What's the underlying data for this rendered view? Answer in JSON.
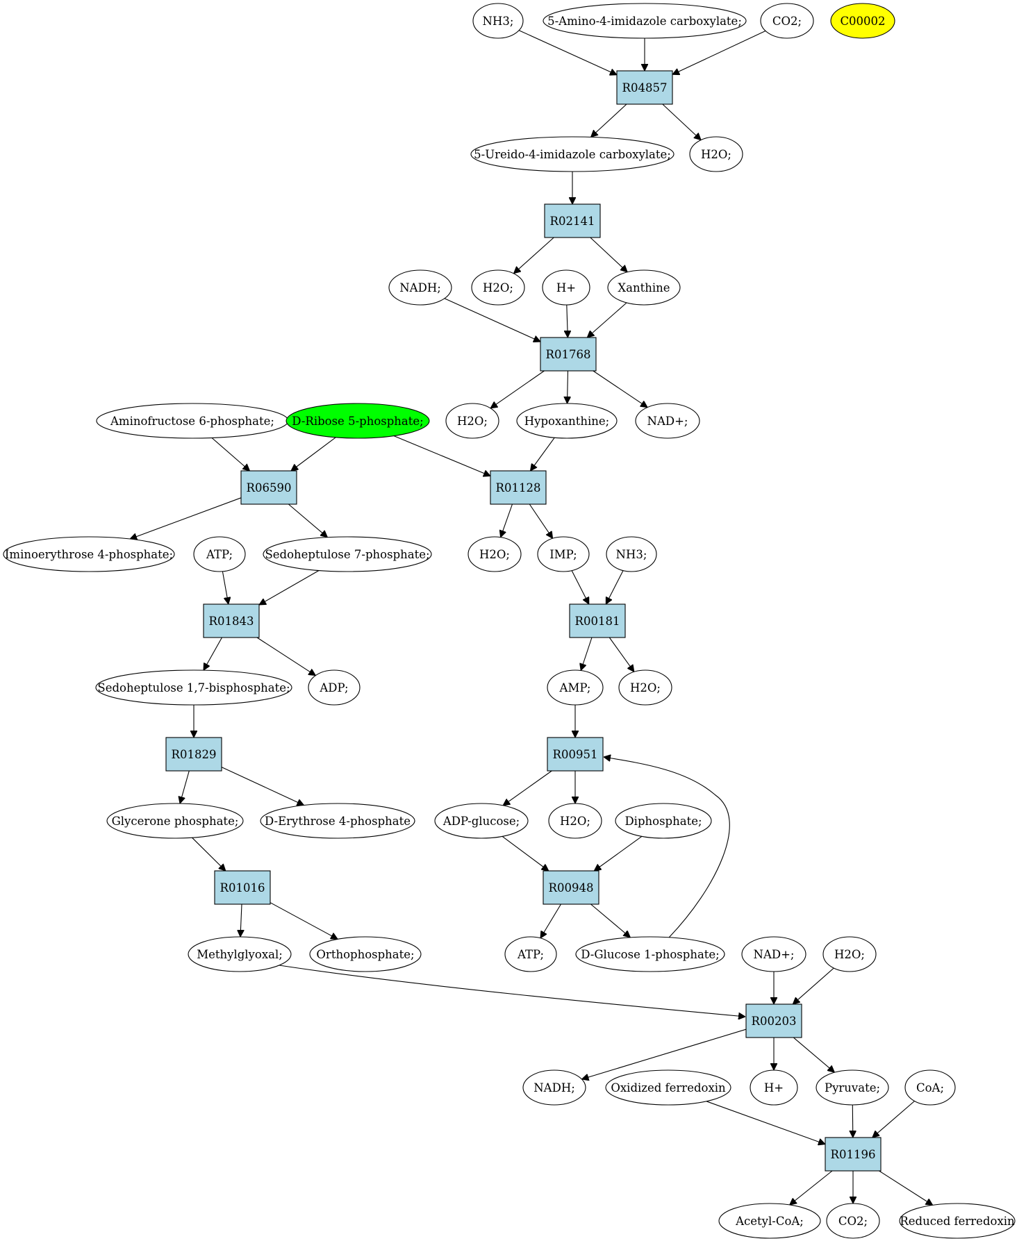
{
  "colors": {
    "compound_fill": "#ffffff",
    "reaction_fill": "#add8e6",
    "yellow_fill": "#ffff00",
    "green_fill": "#00ff00"
  },
  "reactions": [
    {
      "id": "R04857",
      "label": "R04857"
    },
    {
      "id": "R02141",
      "label": "R02141"
    },
    {
      "id": "R01768",
      "label": "R01768"
    },
    {
      "id": "R06590",
      "label": "R06590"
    },
    {
      "id": "R01128",
      "label": "R01128"
    },
    {
      "id": "R01843",
      "label": "R01843"
    },
    {
      "id": "R00181",
      "label": "R00181"
    },
    {
      "id": "R01829",
      "label": "R01829"
    },
    {
      "id": "R00951",
      "label": "R00951"
    },
    {
      "id": "R00948",
      "label": "R00948"
    },
    {
      "id": "R01016",
      "label": "R01016"
    },
    {
      "id": "R00203",
      "label": "R00203"
    },
    {
      "id": "R01196",
      "label": "R01196"
    }
  ],
  "compounds": [
    {
      "id": "c_nh3_a",
      "label": "NH3;"
    },
    {
      "id": "c_amino_imid",
      "label": "5-Amino-4-imidazole carboxylate;"
    },
    {
      "id": "c_co2_a",
      "label": "CO2;"
    },
    {
      "id": "c_c00002",
      "label": "C00002",
      "color": "yellow_fill"
    },
    {
      "id": "c_ureido",
      "label": "5-Ureido-4-imidazole carboxylate;"
    },
    {
      "id": "c_h2o_a",
      "label": "H2O;"
    },
    {
      "id": "c_nadh_a",
      "label": "NADH;"
    },
    {
      "id": "c_h2o_b",
      "label": "H2O;"
    },
    {
      "id": "c_hplus_a",
      "label": "H+"
    },
    {
      "id": "c_xanthine",
      "label": "Xanthine"
    },
    {
      "id": "c_aminofructose",
      "label": "Aminofructose 6-phosphate;"
    },
    {
      "id": "c_ribose",
      "label": "D-Ribose 5-phosphate;",
      "color": "green_fill"
    },
    {
      "id": "c_h2o_c",
      "label": "H2O;"
    },
    {
      "id": "c_hypoxanthine",
      "label": "Hypoxanthine;"
    },
    {
      "id": "c_nadplus_a",
      "label": "NAD+;"
    },
    {
      "id": "c_iminoerythrose",
      "label": "Iminoerythrose 4-phosphate;"
    },
    {
      "id": "c_atp_a",
      "label": "ATP;"
    },
    {
      "id": "c_sedo7p",
      "label": "Sedoheptulose 7-phosphate;"
    },
    {
      "id": "c_h2o_d",
      "label": "H2O;"
    },
    {
      "id": "c_imp",
      "label": "IMP;"
    },
    {
      "id": "c_nh3_b",
      "label": "NH3;"
    },
    {
      "id": "c_sedo17bp",
      "label": "Sedoheptulose 1,7-bisphosphate;"
    },
    {
      "id": "c_adp",
      "label": "ADP;"
    },
    {
      "id": "c_amp",
      "label": "AMP;"
    },
    {
      "id": "c_h2o_e",
      "label": "H2O;"
    },
    {
      "id": "c_glycerone",
      "label": "Glycerone phosphate;"
    },
    {
      "id": "c_erythrose4p",
      "label": "D-Erythrose 4-phosphate"
    },
    {
      "id": "c_adpglucose",
      "label": "ADP-glucose;"
    },
    {
      "id": "c_h2o_f",
      "label": "H2O;"
    },
    {
      "id": "c_diphosphate",
      "label": "Diphosphate;"
    },
    {
      "id": "c_methylglyoxal",
      "label": "Methylglyoxal;"
    },
    {
      "id": "c_orthophosphate",
      "label": "Orthophosphate;"
    },
    {
      "id": "c_atp_b",
      "label": "ATP;"
    },
    {
      "id": "c_glucose1p",
      "label": "D-Glucose 1-phosphate;"
    },
    {
      "id": "c_nadplus_b",
      "label": "NAD+;"
    },
    {
      "id": "c_h2o_g",
      "label": "H2O;"
    },
    {
      "id": "c_nadh_b",
      "label": "NADH;"
    },
    {
      "id": "c_oxferredoxin",
      "label": "Oxidized ferredoxin"
    },
    {
      "id": "c_hplus_b",
      "label": "H+"
    },
    {
      "id": "c_pyruvate",
      "label": "Pyruvate;"
    },
    {
      "id": "c_coa",
      "label": "CoA;"
    },
    {
      "id": "c_acetylcoa",
      "label": "Acetyl-CoA;"
    },
    {
      "id": "c_co2_b",
      "label": "CO2;"
    },
    {
      "id": "c_redferredoxin",
      "label": "Reduced ferredoxin"
    }
  ],
  "edges": [
    [
      "c_nh3_a",
      "R04857"
    ],
    [
      "c_amino_imid",
      "R04857"
    ],
    [
      "c_co2_a",
      "R04857"
    ],
    [
      "R04857",
      "c_ureido"
    ],
    [
      "R04857",
      "c_h2o_a"
    ],
    [
      "c_ureido",
      "R02141"
    ],
    [
      "R02141",
      "c_h2o_b"
    ],
    [
      "R02141",
      "c_xanthine"
    ],
    [
      "c_nadh_a",
      "R01768"
    ],
    [
      "c_hplus_a",
      "R01768"
    ],
    [
      "c_xanthine",
      "R01768"
    ],
    [
      "R01768",
      "c_h2o_c"
    ],
    [
      "R01768",
      "c_hypoxanthine"
    ],
    [
      "R01768",
      "c_nadplus_a"
    ],
    [
      "c_aminofructose",
      "R06590"
    ],
    [
      "c_ribose",
      "R06590"
    ],
    [
      "c_ribose",
      "R01128"
    ],
    [
      "c_hypoxanthine",
      "R01128"
    ],
    [
      "R06590",
      "c_iminoerythrose"
    ],
    [
      "R06590",
      "c_sedo7p"
    ],
    [
      "R01128",
      "c_h2o_d"
    ],
    [
      "R01128",
      "c_imp"
    ],
    [
      "c_atp_a",
      "R01843"
    ],
    [
      "c_sedo7p",
      "R01843"
    ],
    [
      "c_imp",
      "R00181"
    ],
    [
      "c_nh3_b",
      "R00181"
    ],
    [
      "R01843",
      "c_sedo17bp"
    ],
    [
      "R01843",
      "c_adp"
    ],
    [
      "R00181",
      "c_amp"
    ],
    [
      "R00181",
      "c_h2o_e"
    ],
    [
      "c_sedo17bp",
      "R01829"
    ],
    [
      "c_amp",
      "R00951"
    ],
    [
      "R01829",
      "c_glycerone"
    ],
    [
      "R01829",
      "c_erythrose4p"
    ],
    [
      "R00951",
      "c_adpglucose"
    ],
    [
      "R00951",
      "c_h2o_f"
    ],
    [
      "c_glycerone",
      "R01016"
    ],
    [
      "c_adpglucose",
      "R00948"
    ],
    [
      "c_diphosphate",
      "R00948"
    ],
    [
      "R01016",
      "c_methylglyoxal"
    ],
    [
      "R01016",
      "c_orthophosphate"
    ],
    [
      "R00948",
      "c_atp_b"
    ],
    [
      "R00948",
      "c_glucose1p"
    ],
    [
      "c_glucose1p",
      "R00951"
    ],
    [
      "c_methylglyoxal",
      "R00203"
    ],
    [
      "c_nadplus_b",
      "R00203"
    ],
    [
      "c_h2o_g",
      "R00203"
    ],
    [
      "R00203",
      "c_nadh_b"
    ],
    [
      "R00203",
      "c_hplus_b"
    ],
    [
      "R00203",
      "c_pyruvate"
    ],
    [
      "c_oxferredoxin",
      "R01196"
    ],
    [
      "c_pyruvate",
      "R01196"
    ],
    [
      "c_coa",
      "R01196"
    ],
    [
      "R01196",
      "c_acetylcoa"
    ],
    [
      "R01196",
      "c_co2_b"
    ],
    [
      "R01196",
      "c_redferredoxin"
    ]
  ]
}
